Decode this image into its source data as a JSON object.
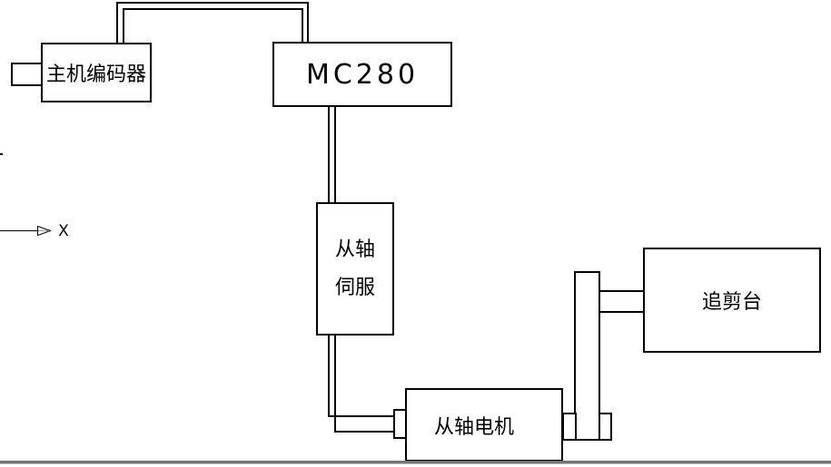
{
  "diagram": {
    "encoder": {
      "label": "主机编码器"
    },
    "controller": {
      "label": "MC280"
    },
    "servo": {
      "line1": "从轴",
      "line2": "伺服"
    },
    "motor": {
      "label": "从轴电机"
    },
    "shear_table": {
      "label": "追剪台"
    },
    "axis": {
      "label": "X"
    }
  },
  "colors": {
    "line": "#000000",
    "background": "#ffffff",
    "bottom_bar": "#747474"
  }
}
